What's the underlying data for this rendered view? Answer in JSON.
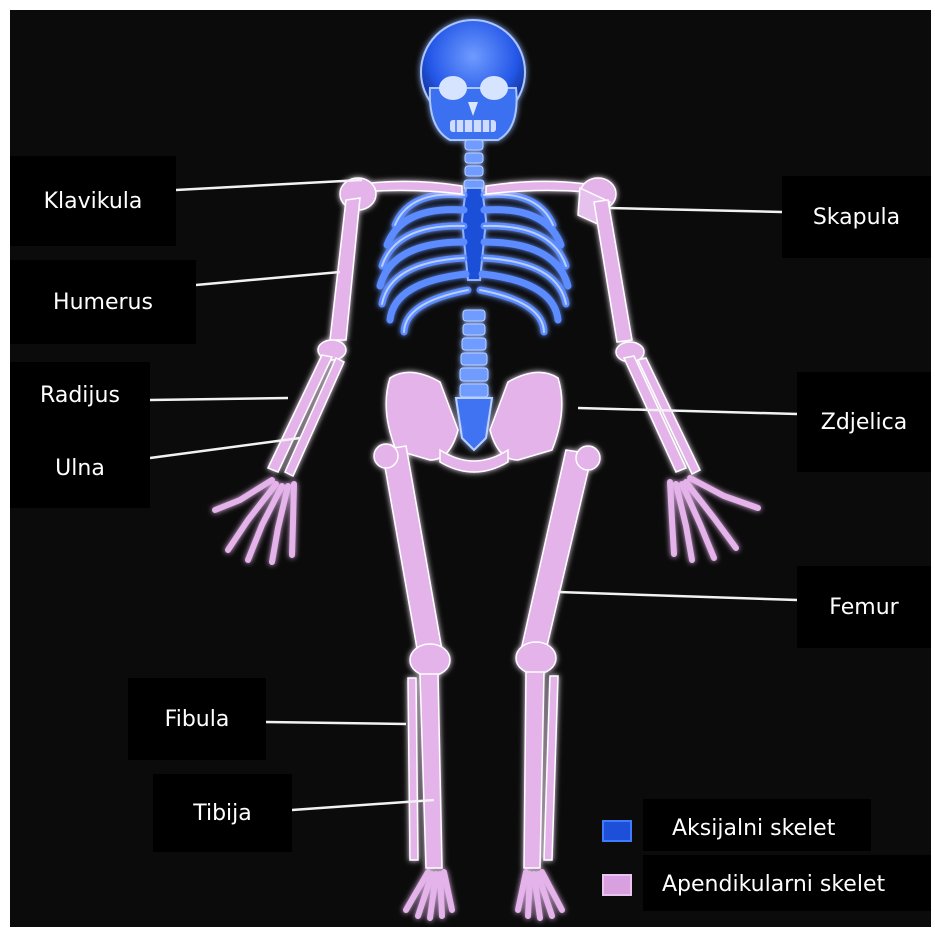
{
  "labels": {
    "klavikula": "Klavikula",
    "humerus": "Humerus",
    "radijus": "Radijus",
    "ulna": "Ulna",
    "fibula": "Fibula",
    "tibija": "Tibija",
    "skapula": "Skapula",
    "zdjelica": "Zdjelica",
    "femur": "Femur"
  },
  "legend": {
    "axial": {
      "text": "Aksijalni skelet",
      "color": "#1e4fd8"
    },
    "appendicular": {
      "text": "Apendikularni skelet",
      "color": "#d9a0df"
    }
  },
  "colors": {
    "background": "#0b0b0b",
    "axial_bone": "#2f6cf5",
    "axial_glow": "#9ec0ff",
    "appendicular_bone": "#e3b3ea",
    "appendicular_glow": "#ffffff",
    "leader_line": "#f2f2f2"
  }
}
